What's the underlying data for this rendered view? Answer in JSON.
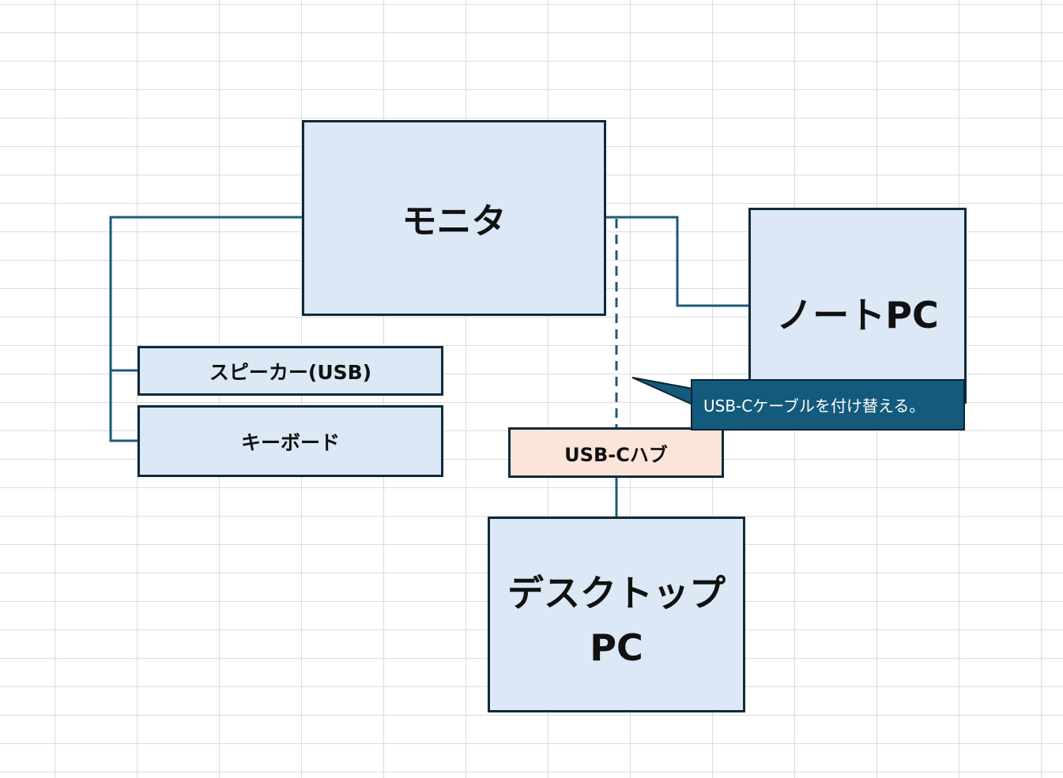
{
  "nodes": {
    "monitor": "モニタ",
    "laptop": "ノートPC",
    "speaker": "スピーカー(USB)",
    "keyboard": "キーボード",
    "hub": "USB-Cハブ",
    "desktop_line1": "デスクトップ",
    "desktop_line2": "PC"
  },
  "callout": {
    "text": "USB-Cケーブルを付け替える。"
  },
  "colors": {
    "box_fill": "#dce8f5",
    "hub_fill": "#fbe5d8",
    "box_border": "#0f2a3a",
    "connector": "#1d5a78",
    "callout_fill": "#145a7c"
  }
}
